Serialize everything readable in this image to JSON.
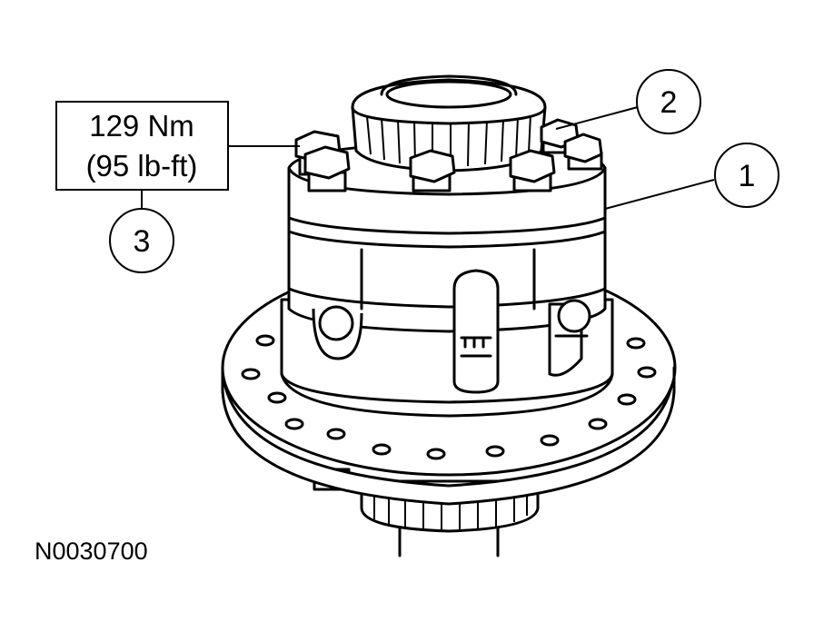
{
  "torque_spec": {
    "line1": "129 Nm",
    "line2": "(95 lb-ft)"
  },
  "callouts": {
    "c1": "1",
    "c2": "2",
    "c3": "3"
  },
  "figure_id": "N0030700"
}
